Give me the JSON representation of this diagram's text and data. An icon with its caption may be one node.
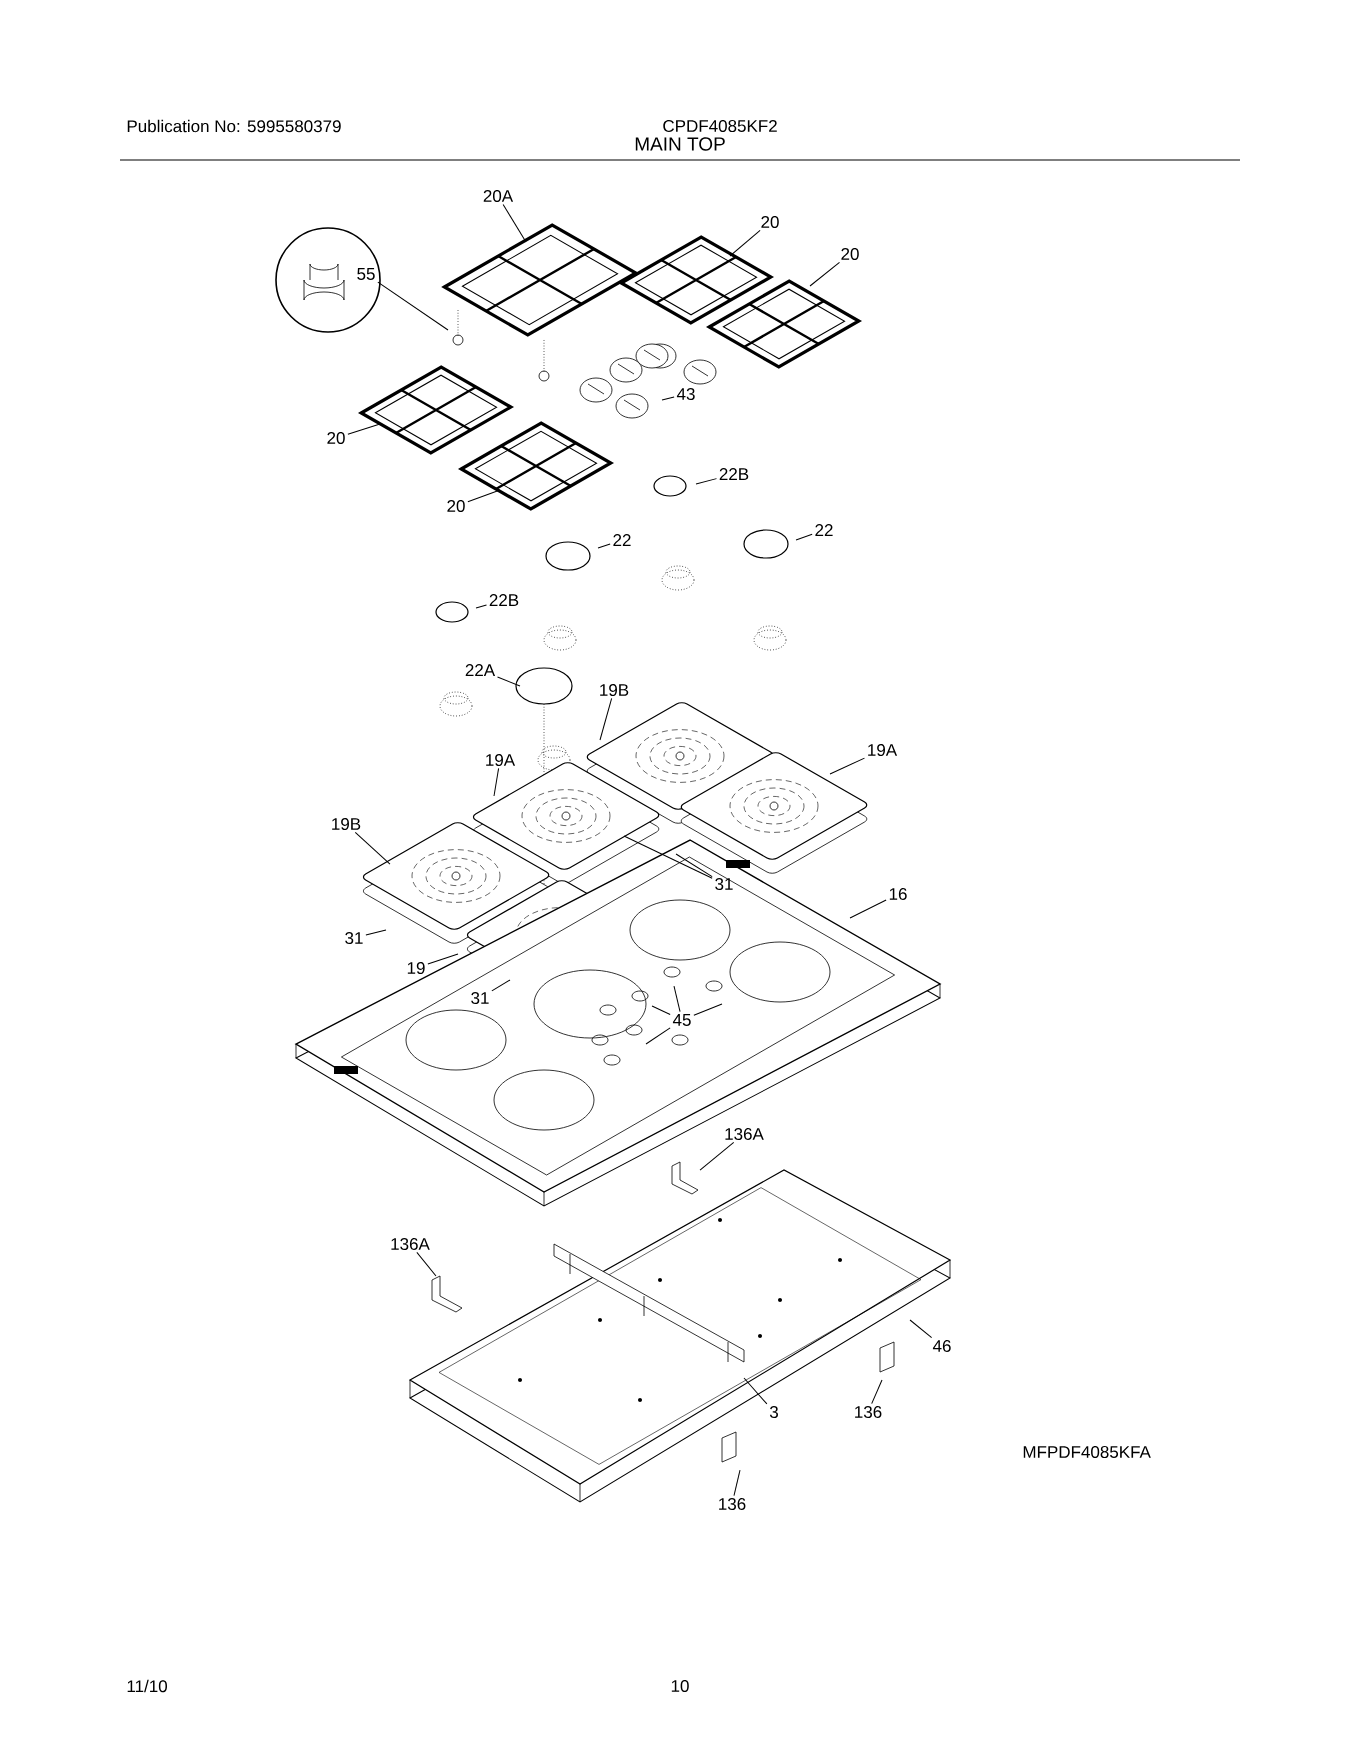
{
  "diagram": {
    "title": "MAIN TOP",
    "nodes": [
      {
        "text": [
          "20A"
        ]
      },
      {
        "text": [
          "20"
        ]
      },
      {
        "text": [
          "20"
        ]
      },
      {
        "text": [
          "55"
        ]
      },
      {
        "text": [
          "43"
        ]
      },
      {
        "text": [
          "20"
        ]
      },
      {
        "text": [
          "20"
        ]
      },
      {
        "text": [
          "22B"
        ]
      },
      {
        "text": [
          "22"
        ]
      },
      {
        "text": [
          "22"
        ]
      },
      {
        "text": [
          "22B"
        ]
      },
      {
        "text": [
          "22A"
        ]
      },
      {
        "text": [
          "19B"
        ]
      },
      {
        "text": [
          "19A"
        ]
      },
      {
        "text": [
          "19A"
        ]
      },
      {
        "text": [
          "19B"
        ]
      },
      {
        "text": [
          "31"
        ]
      },
      {
        "text": [
          "16"
        ]
      },
      {
        "text": [
          "31"
        ]
      },
      {
        "text": [
          "19"
        ]
      },
      {
        "text": [
          "31"
        ]
      },
      {
        "text": [
          "45"
        ]
      },
      {
        "text": [
          "136A"
        ]
      },
      {
        "text": [
          "136A"
        ]
      },
      {
        "text": [
          "46"
        ]
      },
      {
        "text": [
          "3"
        ]
      },
      {
        "text": [
          "136"
        ]
      },
      {
        "text": [
          "136"
        ]
      }
    ],
    "edges": [
      {
        "from": 0,
        "to": null,
        "arrow": "none"
      },
      {
        "from": 1,
        "to": null,
        "arrow": "none"
      },
      {
        "from": 2,
        "to": null,
        "arrow": "none"
      },
      {
        "from": 3,
        "to": null,
        "arrow": "none"
      },
      {
        "from": 4,
        "to": null,
        "arrow": "none"
      },
      {
        "from": 5,
        "to": null,
        "arrow": "none"
      },
      {
        "from": 6,
        "to": null,
        "arrow": "none"
      },
      {
        "from": 7,
        "to": null,
        "arrow": "none"
      },
      {
        "from": 8,
        "to": null,
        "arrow": "none"
      },
      {
        "from": 9,
        "to": null,
        "arrow": "none"
      },
      {
        "from": 10,
        "to": null,
        "arrow": "none"
      },
      {
        "from": 11,
        "to": null,
        "arrow": "none"
      },
      {
        "from": 12,
        "to": null,
        "arrow": "none"
      },
      {
        "from": 13,
        "to": null,
        "arrow": "none"
      },
      {
        "from": 14,
        "to": null,
        "arrow": "none"
      },
      {
        "from": 15,
        "to": null,
        "arrow": "none"
      },
      {
        "from": 16,
        "to": null,
        "arrow": "none"
      },
      {
        "from": 16,
        "to": null,
        "arrow": "none"
      },
      {
        "from": 17,
        "to": null,
        "arrow": "none"
      },
      {
        "from": 18,
        "to": null,
        "arrow": "none"
      },
      {
        "from": 19,
        "to": null,
        "arrow": "none"
      },
      {
        "from": 20,
        "to": null,
        "arrow": "none"
      },
      {
        "from": 21,
        "to": null,
        "arrow": "none"
      },
      {
        "from": 21,
        "to": null,
        "arrow": "none"
      },
      {
        "from": 21,
        "to": null,
        "arrow": "none"
      },
      {
        "from": 21,
        "to": null,
        "arrow": "none"
      },
      {
        "from": 22,
        "to": null,
        "arrow": "none"
      },
      {
        "from": 23,
        "to": null,
        "arrow": "none"
      },
      {
        "from": 24,
        "to": null,
        "arrow": "none"
      },
      {
        "from": 25,
        "to": null,
        "arrow": "none"
      },
      {
        "from": 26,
        "to": null,
        "arrow": "none"
      },
      {
        "from": 27,
        "to": null,
        "arrow": "none"
      }
    ],
    "labels": [
      "Publication No: 5995580379",
      "CPDF4085KF2",
      "MFPDF4085KFA",
      "11/10",
      "10"
    ]
  }
}
